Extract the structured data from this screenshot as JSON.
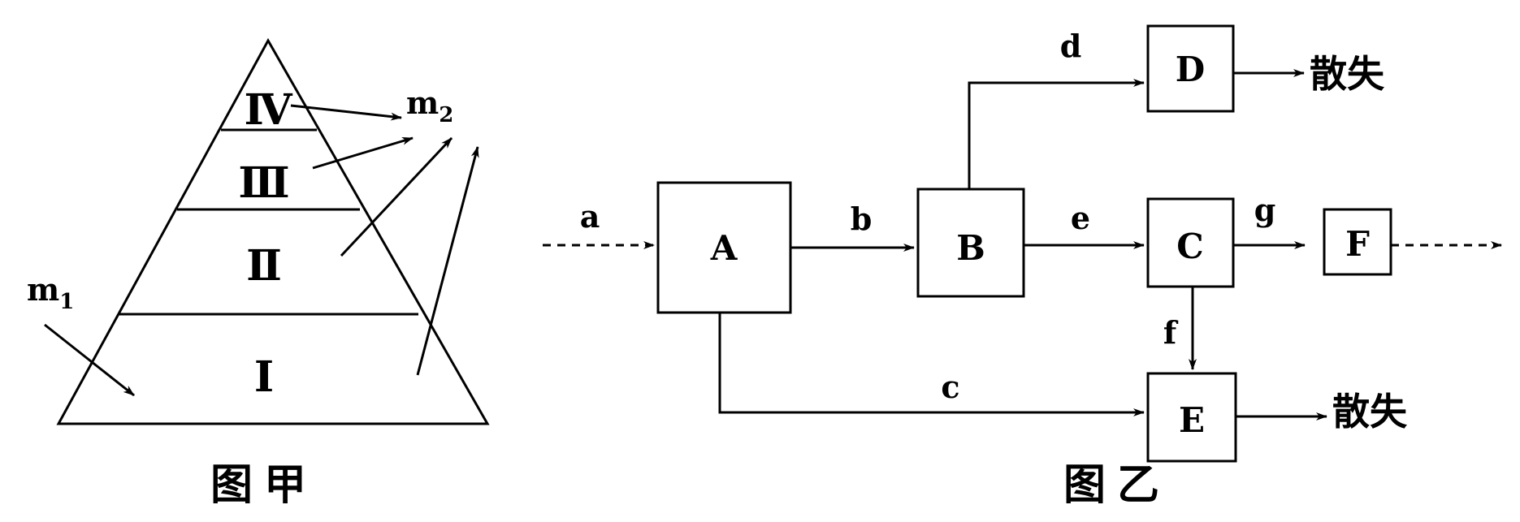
{
  "diagram_a": {
    "levels": [
      "Ⅰ",
      "Ⅱ",
      "Ⅲ",
      "Ⅳ"
    ],
    "m1": "m",
    "m1_sub": "1",
    "m2": "m",
    "m2_sub": "2",
    "caption": "图甲"
  },
  "diagram_b": {
    "boxes": [
      "A",
      "B",
      "C",
      "D",
      "E",
      "F"
    ],
    "arrows": [
      "a",
      "b",
      "c",
      "d",
      "e",
      "f",
      "g"
    ],
    "loss_label": "散失",
    "caption": "图乙"
  }
}
